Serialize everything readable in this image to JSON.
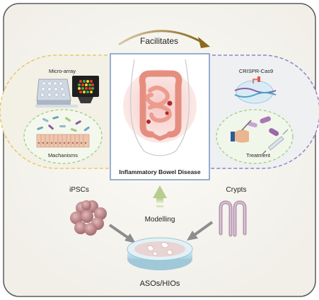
{
  "labels": {
    "facilitates": "Facilitates",
    "micro_array": "Micro-array",
    "machanisms": "Machanisms",
    "crispr": "CRISPR-Cas9",
    "treatment": "Treatment",
    "disease": "Inflammatory Bowel Disease",
    "ipscs": "iPSCs",
    "crypts": "Crypts",
    "modelling": "Modelling",
    "asos_hios": "ASOs/HIOs"
  },
  "colors": {
    "panel_border": "#5b5b5b",
    "left_dashed": "#e7c96a",
    "right_dashed": "#8e86c9",
    "green_dashed": "#9ccf84",
    "center_border": "#7f9bc9",
    "facilitates_arrow": "#8a6a1e",
    "modelling_arrow": "#c8d9a8",
    "gray_arrow": "#8d8d8d",
    "organoid": "#b17a7d",
    "crypt": "#b595b0",
    "dish": "#b9dce8"
  }
}
